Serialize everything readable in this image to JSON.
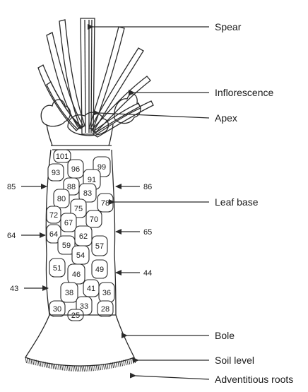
{
  "labels": {
    "spear": "Spear",
    "inflorescence": "Inflorescence",
    "apex": "Apex",
    "leaf_base": "Leaf base",
    "bole": "Bole",
    "soil_level": "Soil level",
    "adventitious_roots": "Adventitious roots"
  },
  "leaf_base_numbers": [
    "101",
    "96",
    "99",
    "93",
    "88",
    "91",
    "80",
    "83",
    "78",
    "72",
    "75",
    "70",
    "67",
    "62",
    "64",
    "59",
    "54",
    "57",
    "51",
    "46",
    "49",
    "38",
    "41",
    "36",
    "30",
    "33",
    "28",
    "25"
  ],
  "side_numbers": {
    "n85": "85",
    "n86": "86",
    "n64": "64",
    "n65": "65",
    "n43": "43",
    "n44": "44"
  }
}
